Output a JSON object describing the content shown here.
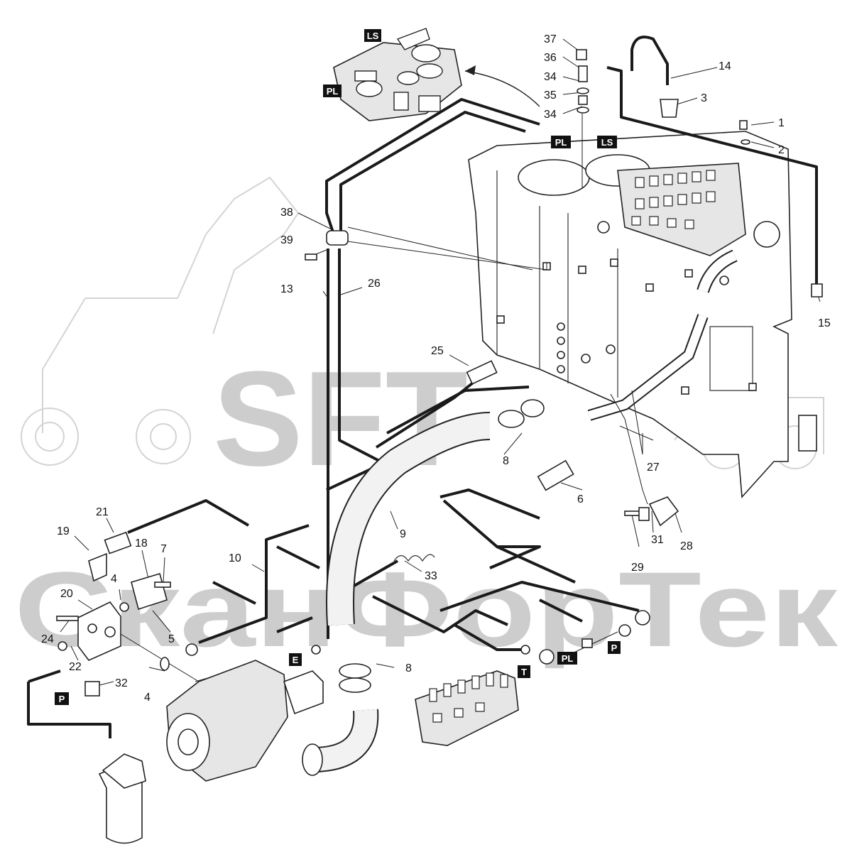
{
  "watermark": {
    "brand": "SFT",
    "company": "СканФорТек",
    "color": "#c8c8c8"
  },
  "part_labels": [
    {
      "id": "p1",
      "text": "1"
    },
    {
      "id": "p2",
      "text": "2"
    },
    {
      "id": "p3",
      "text": "3"
    },
    {
      "id": "p4a",
      "text": "4"
    },
    {
      "id": "p4b",
      "text": "4"
    },
    {
      "id": "p5",
      "text": "5"
    },
    {
      "id": "p6",
      "text": "6"
    },
    {
      "id": "p7",
      "text": "7"
    },
    {
      "id": "p8a",
      "text": "8"
    },
    {
      "id": "p8b",
      "text": "8"
    },
    {
      "id": "p9",
      "text": "9"
    },
    {
      "id": "p10",
      "text": "10"
    },
    {
      "id": "p13",
      "text": "13"
    },
    {
      "id": "p14",
      "text": "14"
    },
    {
      "id": "p15",
      "text": "15"
    },
    {
      "id": "p18",
      "text": "18"
    },
    {
      "id": "p19",
      "text": "19"
    },
    {
      "id": "p20",
      "text": "20"
    },
    {
      "id": "p21",
      "text": "21"
    },
    {
      "id": "p22",
      "text": "22"
    },
    {
      "id": "p24",
      "text": "24"
    },
    {
      "id": "p25",
      "text": "25"
    },
    {
      "id": "p26",
      "text": "26"
    },
    {
      "id": "p27",
      "text": "27"
    },
    {
      "id": "p28",
      "text": "28"
    },
    {
      "id": "p29",
      "text": "29"
    },
    {
      "id": "p31",
      "text": "31"
    },
    {
      "id": "p32",
      "text": "32"
    },
    {
      "id": "p33",
      "text": "33"
    },
    {
      "id": "p34a",
      "text": "34"
    },
    {
      "id": "p34b",
      "text": "34"
    },
    {
      "id": "p35",
      "text": "35"
    },
    {
      "id": "p36",
      "text": "36"
    },
    {
      "id": "p37",
      "text": "37"
    },
    {
      "id": "p38",
      "text": "38"
    },
    {
      "id": "p39",
      "text": "39"
    }
  ],
  "port_tags": [
    {
      "id": "t_ls_top",
      "text": "LS"
    },
    {
      "id": "t_pl_top",
      "text": "PL"
    },
    {
      "id": "t_pl_mid",
      "text": "PL"
    },
    {
      "id": "t_ls_mid",
      "text": "LS"
    },
    {
      "id": "t_e",
      "text": "E"
    },
    {
      "id": "t_t",
      "text": "T"
    },
    {
      "id": "t_pl_bot",
      "text": "PL"
    },
    {
      "id": "t_p_right",
      "text": "P"
    },
    {
      "id": "t_p_left",
      "text": "P"
    }
  ]
}
